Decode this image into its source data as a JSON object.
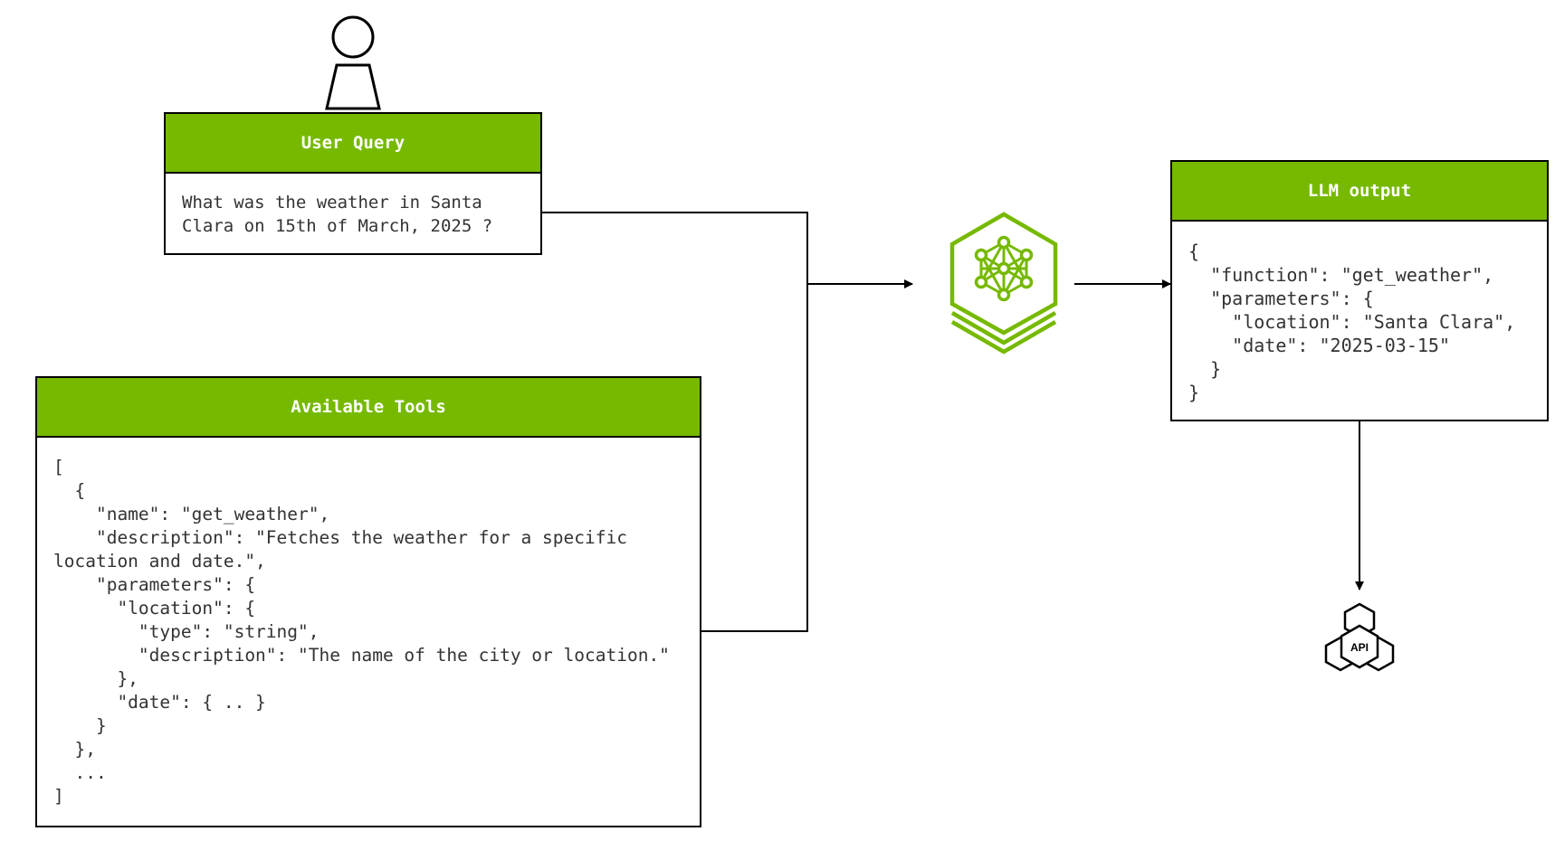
{
  "colors": {
    "accent": "#76b900",
    "border": "#000000",
    "text": "#333333",
    "header_text": "#ffffff"
  },
  "user_query": {
    "title": "User Query",
    "body": "What was the weather in Santa\nClara on 15th of March, 2025 ?"
  },
  "available_tools": {
    "title": "Available Tools",
    "body": "[\n  {\n    \"name\": \"get_weather\",\n    \"description\": \"Fetches the weather for a specific\nlocation and date.\",\n    \"parameters\": {\n      \"location\": {\n        \"type\": \"string\",\n        \"description\": \"The name of the city or location.\"\n      },\n      \"date\": { .. }\n    }\n  },\n  ...\n]"
  },
  "llm_output": {
    "title": "LLM output",
    "body": "{\n  \"function\": \"get_weather\",\n  \"parameters\": {\n    \"location\": \"Santa Clara\",\n    \"date\": \"2025-03-15\"\n  }\n}"
  },
  "icons": {
    "user": "person-icon",
    "model": "neural-network-hexagon-icon",
    "api": "api-hexagons-icon"
  },
  "api_label": "API"
}
